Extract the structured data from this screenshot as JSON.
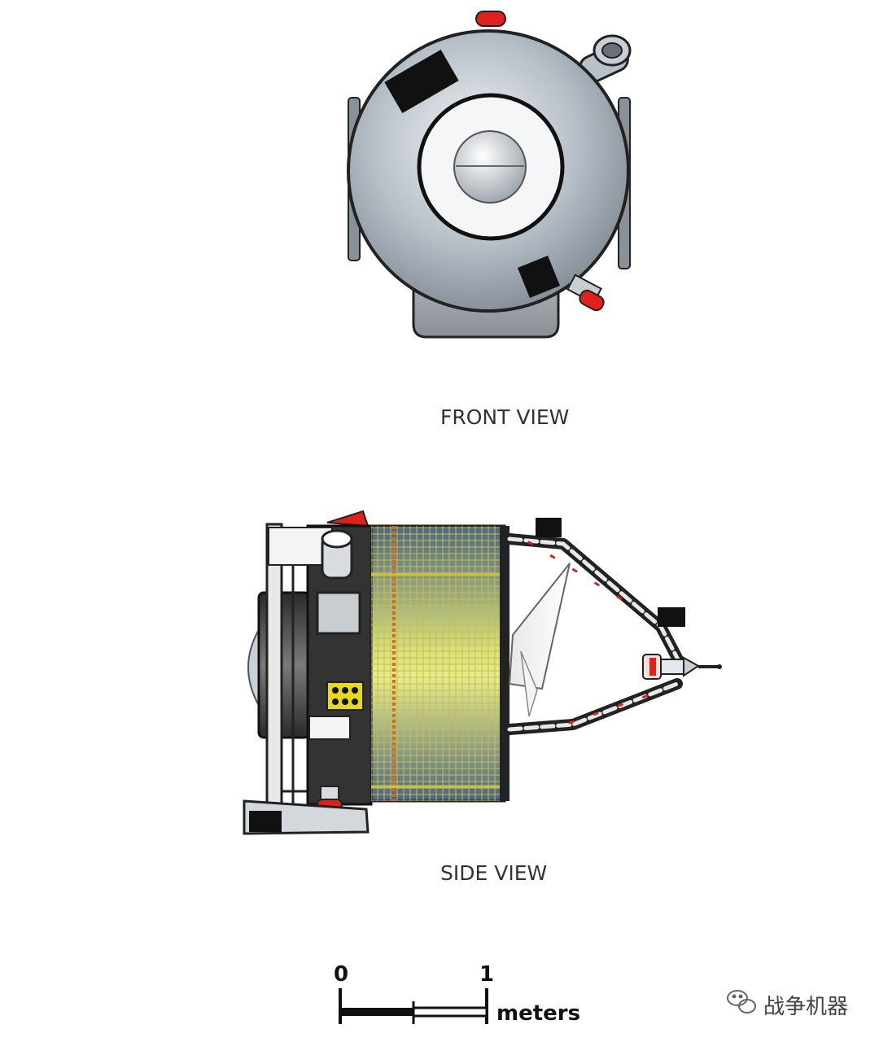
{
  "labels": {
    "front_view": "FRONT VIEW",
    "side_view": "SIDE VIEW"
  },
  "scale_bar": {
    "start": "0",
    "end": "1",
    "unit": "meters"
  },
  "watermark": {
    "icon": "wechat-icon",
    "text": "战争机器"
  },
  "colors": {
    "body_gray": "#a8b0b8",
    "accent_red": "#e0201c",
    "panel_yellow": "#d8d040",
    "panel_blue": "#5a7090",
    "dark": "#222222"
  }
}
